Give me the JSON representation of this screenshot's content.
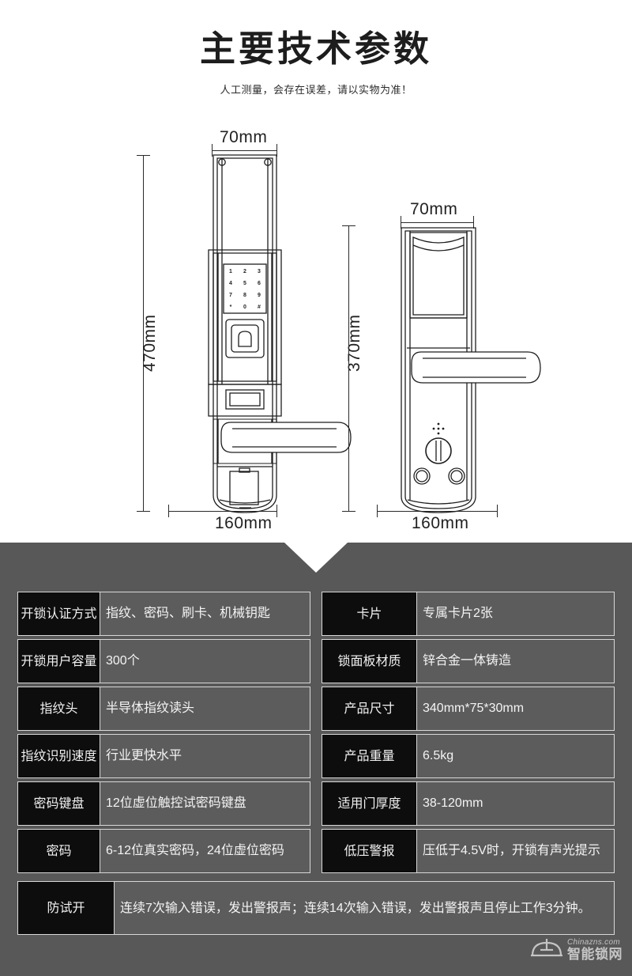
{
  "header": {
    "title": "主要技术参数",
    "subtitle": "人工测量，会存在误差，请以实物为准！"
  },
  "diagram": {
    "front_view": {
      "name": "front-lock-panel",
      "width_label": "70mm",
      "height_label": "470mm",
      "depth_label": "160mm",
      "keypad_keys": [
        "1",
        "2",
        "3",
        "4",
        "5",
        "6",
        "7",
        "8",
        "9",
        "*",
        "0",
        "#"
      ]
    },
    "back_view": {
      "name": "interior-lock-panel",
      "width_label": "70mm",
      "height_label": "370mm",
      "depth_label": "160mm"
    }
  },
  "specs": {
    "left_column": [
      {
        "key": "开锁认证方式",
        "value": "指纹、密码、刷卡、机械钥匙"
      },
      {
        "key": "开锁用户容量",
        "value": "300个"
      },
      {
        "key": "指纹头",
        "value": "半导体指纹读头"
      },
      {
        "key": "指纹识别速度",
        "value": "行业更快水平"
      },
      {
        "key": "密码键盘",
        "value": "12位虚位触控试密码键盘"
      },
      {
        "key": "密码",
        "value": "6-12位真实密码，24位虚位密码"
      }
    ],
    "right_column": [
      {
        "key": "卡片",
        "value": "专属卡片2张"
      },
      {
        "key": "锁面板材质",
        "value": "锌合金一体铸造"
      },
      {
        "key": "产品尺寸",
        "value": "340mm*75*30mm"
      },
      {
        "key": "产品重量",
        "value": "6.5kg"
      },
      {
        "key": "适用门厚度",
        "value": "38-120mm"
      },
      {
        "key": "低压警报",
        "value": "压低于4.5V时，开锁有声光提示"
      }
    ],
    "full_row": {
      "key": "防试开",
      "value": "连续7次输入错误，发出警报声；连续14次输入错误，发出警报声且停止工作3分钟。"
    }
  },
  "watermark": {
    "english": "Chinazns.com",
    "chinese": "智能锁网"
  },
  "colors": {
    "page_background": "#ffffff",
    "spec_background": "#585858",
    "spec_key_background": "#0d0d0d",
    "spec_value_background": "#5c5c5c",
    "spec_border": "#d8d8d8",
    "title_text": "#1d1d1d",
    "line_stroke": "#2a2a2a"
  }
}
